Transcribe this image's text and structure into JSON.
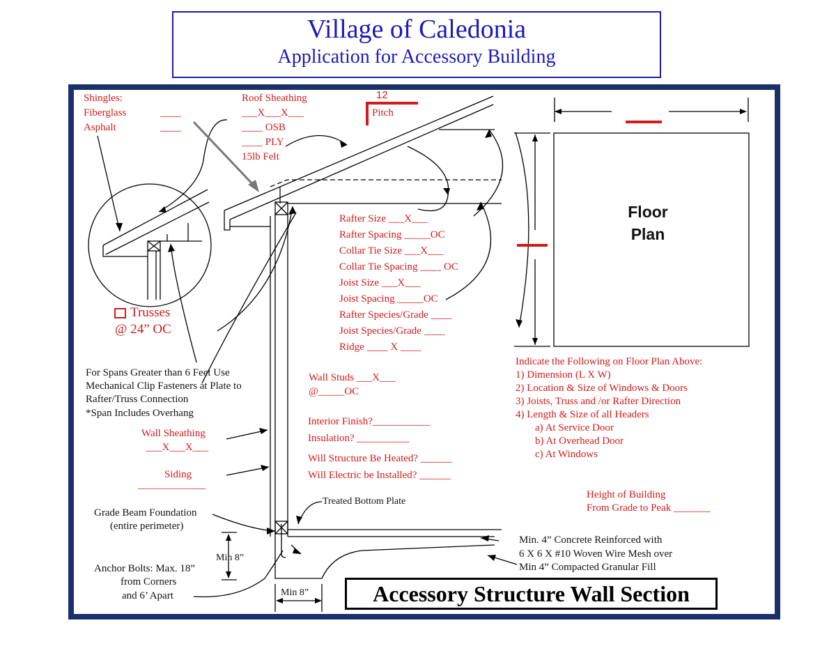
{
  "header": {
    "title": "Village of Caledonia",
    "subtitle": "Application for Accessory Building"
  },
  "roofing": {
    "shingles": "Shingles:",
    "fiberglass": "Fiberglass",
    "asphalt": "Asphalt",
    "fiberglass_blank": "____",
    "asphalt_blank": "____",
    "sheathing_title": "Roof Sheathing",
    "sheathing_size": "___X___X___",
    "osb": "____ OSB",
    "ply": "____ PLY",
    "felt": "15lb Felt"
  },
  "pitch": {
    "number": "12",
    "label": "Pitch"
  },
  "framing": {
    "rafter_size": "Rafter Size ___X___",
    "rafter_spacing": "Rafter Spacing _____OC",
    "collar_tie_size": "Collar Tie Size ___X___",
    "collar_tie_spacing": "Collar Tie Spacing ____ OC",
    "joist_size": "Joist Size ___X___",
    "joist_spacing": "Joist Spacing _____OC",
    "rafter_species": "Rafter Species/Grade ____",
    "joist_species": "Joist Species/Grade ____",
    "ridge": "Ridge ____ X ____"
  },
  "trusses": {
    "label": "Trusses",
    "spacing": "@ 24” OC"
  },
  "spans_note": {
    "line1": "For Spans Greater than 6 Feet Use",
    "line2": "Mechanical Clip Fasteners at Plate to",
    "line3": "Rafter/Truss Connection",
    "line4": "*Span Includes Overhang"
  },
  "wall": {
    "studs": "Wall Studs ___X___",
    "studs_spacing": "@_____OC",
    "sheathing_title": "Wall Sheathing",
    "sheathing_size": "___X___X___",
    "siding": "Siding",
    "siding_blank": "_____________"
  },
  "questions": {
    "interior_finish": "Interior Finish?___________",
    "insulation": "Insulation? __________",
    "heated": "Will Structure Be Heated? ______",
    "electric": "Will Electric be Installed? ______"
  },
  "floor_plan": {
    "label_line1": "Floor",
    "label_line2": "Plan",
    "instructions_title": "Indicate the Following on Floor Plan Above:",
    "items": [
      "1)   Dimension (L X W)",
      "2)   Location & Size of Windows & Doors",
      "3)   Joists, Truss and /or Rafter Direction",
      "4)   Length & Size of all Headers"
    ],
    "sub_items": [
      "a)    At Service Door",
      "b)    At Overhead Door",
      "c)    At Windows"
    ]
  },
  "height": {
    "line1": "Height of Building",
    "line2": "From Grade to Peak _______"
  },
  "foundation": {
    "grade_beam_line1": "Grade Beam Foundation",
    "grade_beam_line2": "(entire perimeter)",
    "treated_plate": "Treated Bottom Plate",
    "min_depth": "Min 8”",
    "min_width": "Min 8”",
    "anchor_line1": "Anchor Bolts:  Max. 18”",
    "anchor_line2": "from Corners",
    "anchor_line3": "and 6’ Apart",
    "slab_line1": "Min. 4” Concrete Reinforced with",
    "slab_line2": "6 X 6 X #10 Woven Wire Mesh over",
    "slab_line3": "Min 4” Compacted Granular Fill"
  },
  "section_title": "Accessory Structure Wall Section",
  "colors": {
    "title_blue": "#1a1ab8",
    "frame_navy": "#1b2f6b",
    "label_red": "#d21a1a"
  }
}
